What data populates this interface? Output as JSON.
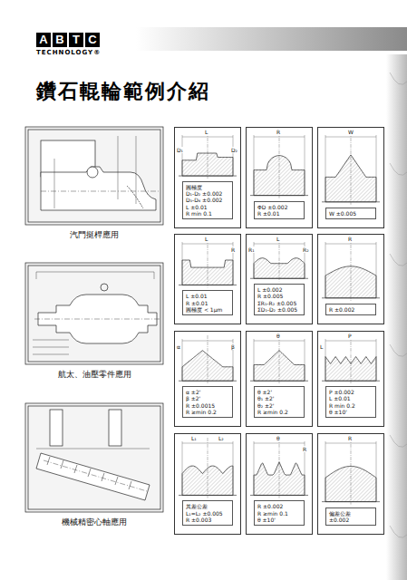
{
  "diagram": {
    "title": "鑽石輥輪範例介紹",
    "nodes": [
      {
        "text": [
          "汽門挺桿應用"
        ]
      },
      {
        "text": [
          "航太、油壓零件應用"
        ]
      },
      {
        "text": [
          "機械精密心軸應用"
        ]
      },
      {
        "text": [
          "圓極度",
          "D₁-D₂ ±0.002",
          "D₃-D₄ ±0.002",
          "L ±0.01",
          "R min 0.1"
        ]
      },
      {
        "text": [
          "ΦD ±0.002",
          "R ±0.01"
        ]
      },
      {
        "text": [
          "W ±0.005"
        ]
      },
      {
        "text": [
          "L ±0.01",
          "R ±0.01",
          "圓極度 < 1μm"
        ]
      },
      {
        "text": [
          "L ±0.002",
          "R ±0.005",
          "ΣR₁-R₂ ±0.005",
          "ΣD₁-D₂ ±0.005"
        ]
      },
      {
        "text": [
          "R ±0.002"
        ]
      },
      {
        "text": [
          "α ±2'",
          "β ±2'",
          "R ±0.0015",
          "R ≥min 0.2"
        ]
      },
      {
        "text": [
          "θ ±2'",
          "θ₁ ±2'",
          "θ₂ ±2'",
          "R ≥min 0.2"
        ]
      },
      {
        "text": [
          "P ±0.002",
          "L ±0.01",
          "R min 0.2",
          "θ ±10'"
        ]
      },
      {
        "text": [
          "其差公差",
          "L₁=L₂ ±0.005",
          "R ±0.003"
        ]
      },
      {
        "text": [
          "R ±0.002",
          "R ≥min 0.1",
          "θ ±10'"
        ]
      },
      {
        "text": [
          "偏差公差",
          "±0.002"
        ]
      }
    ],
    "labels": [
      "A",
      "B",
      "T",
      "C",
      "TECHNOLOGY®",
      "L",
      "D₁",
      "D₂",
      "R",
      "W",
      "L",
      "R",
      "L",
      "R₁",
      "R₂",
      "R",
      "α",
      "β",
      "θ",
      "P",
      "L",
      "L₁",
      "L₂",
      "θ",
      "R",
      "R"
    ]
  }
}
